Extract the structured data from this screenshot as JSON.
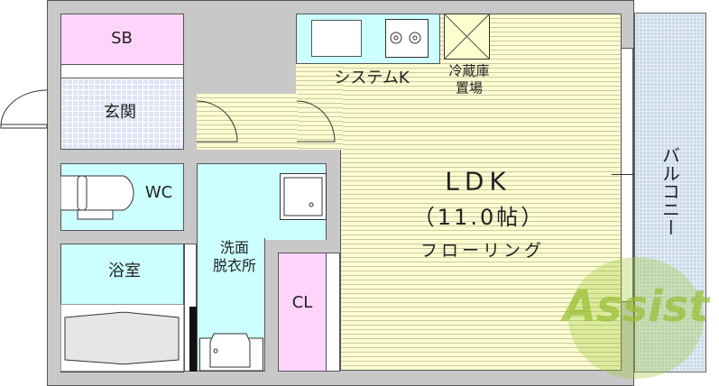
{
  "rooms": {
    "sb": "SB",
    "entrance": "玄関",
    "wc": "WC",
    "bath": "浴室",
    "washroom_line1": "洗面",
    "washroom_line2": "脱衣所",
    "closet": "CL",
    "kitchen": "システムK",
    "fridge_line1": "冷蔵庫",
    "fridge_line2": "置場",
    "ldk": "LDK",
    "ldk_size": "（11.0帖）",
    "ldk_floor": "フローリング",
    "balcony": "バルコニー"
  },
  "watermark": "Assist",
  "colors": {
    "wet_area": "#ccffff",
    "storage": "#ffd4fa",
    "floor": "#fdfdd0",
    "wall": "#c8c8c8"
  }
}
